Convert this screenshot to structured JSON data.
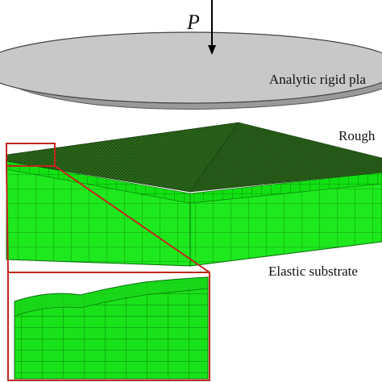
{
  "labels": {
    "load": "P",
    "plate": "Analytic rigid pla",
    "rough": "Rough",
    "substrate": "Elastic substrate"
  },
  "colors": {
    "plate_top": "#c8c8c8",
    "plate_edge": "#9a9a9a",
    "mesh_green": "#12e012",
    "mesh_dark": "#1f5a12",
    "mesh_line": "#0a7a0a",
    "zoom_frame": "#c0281e"
  },
  "icons": {
    "load_arrow": "down-arrow-icon"
  }
}
